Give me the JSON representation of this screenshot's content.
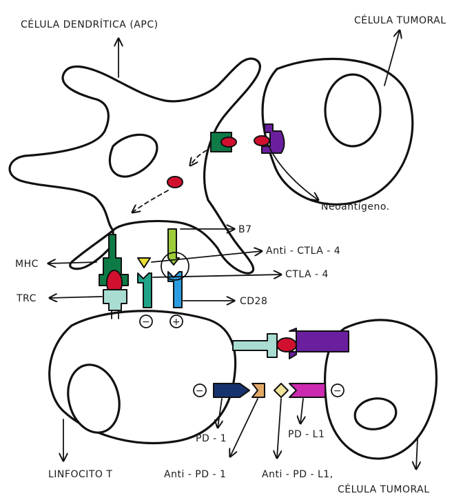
{
  "labels": {
    "dendritic_cell": "CÉLULA DENDRÍTICA (APC)",
    "tumor_cell_top": "CÉLULA TUMORAL",
    "neoantigen": "Neoantígeno.",
    "b7": "B7",
    "anti_ctla4": "Anti - CTLA - 4",
    "ctla4": "CTLA - 4",
    "cd28": "CD28",
    "mhc": "MHC",
    "trc": "TRC",
    "minus_center": "−",
    "plus_center": "+",
    "minus_pd1": "−",
    "minus_pdl1": "−",
    "pd1": "PD - 1",
    "pdl1": "PD - L1",
    "t_cell": "LINFOCITO T",
    "anti_pd1": "Anti - PD - 1",
    "anti_pdl1": "Anti - PD - L1,",
    "tumor_cell_bottom": "CÉLULA TUMORAL"
  },
  "colors": {
    "mhc": "#0e7a45",
    "antigen": "#d11030",
    "tcr": "#a9ddd2",
    "receptor_violet": "#6a1f9e",
    "ctla4": "#1fa48a",
    "cd28": "#2a9de0",
    "b7": "#9ccc3a",
    "anti_ctla4": "#e8e030",
    "pd1": "#17336e",
    "anti_pd1": "#e2a868",
    "pdl1": "#cc2ab0",
    "anti_pdl1": "#efe49a"
  }
}
